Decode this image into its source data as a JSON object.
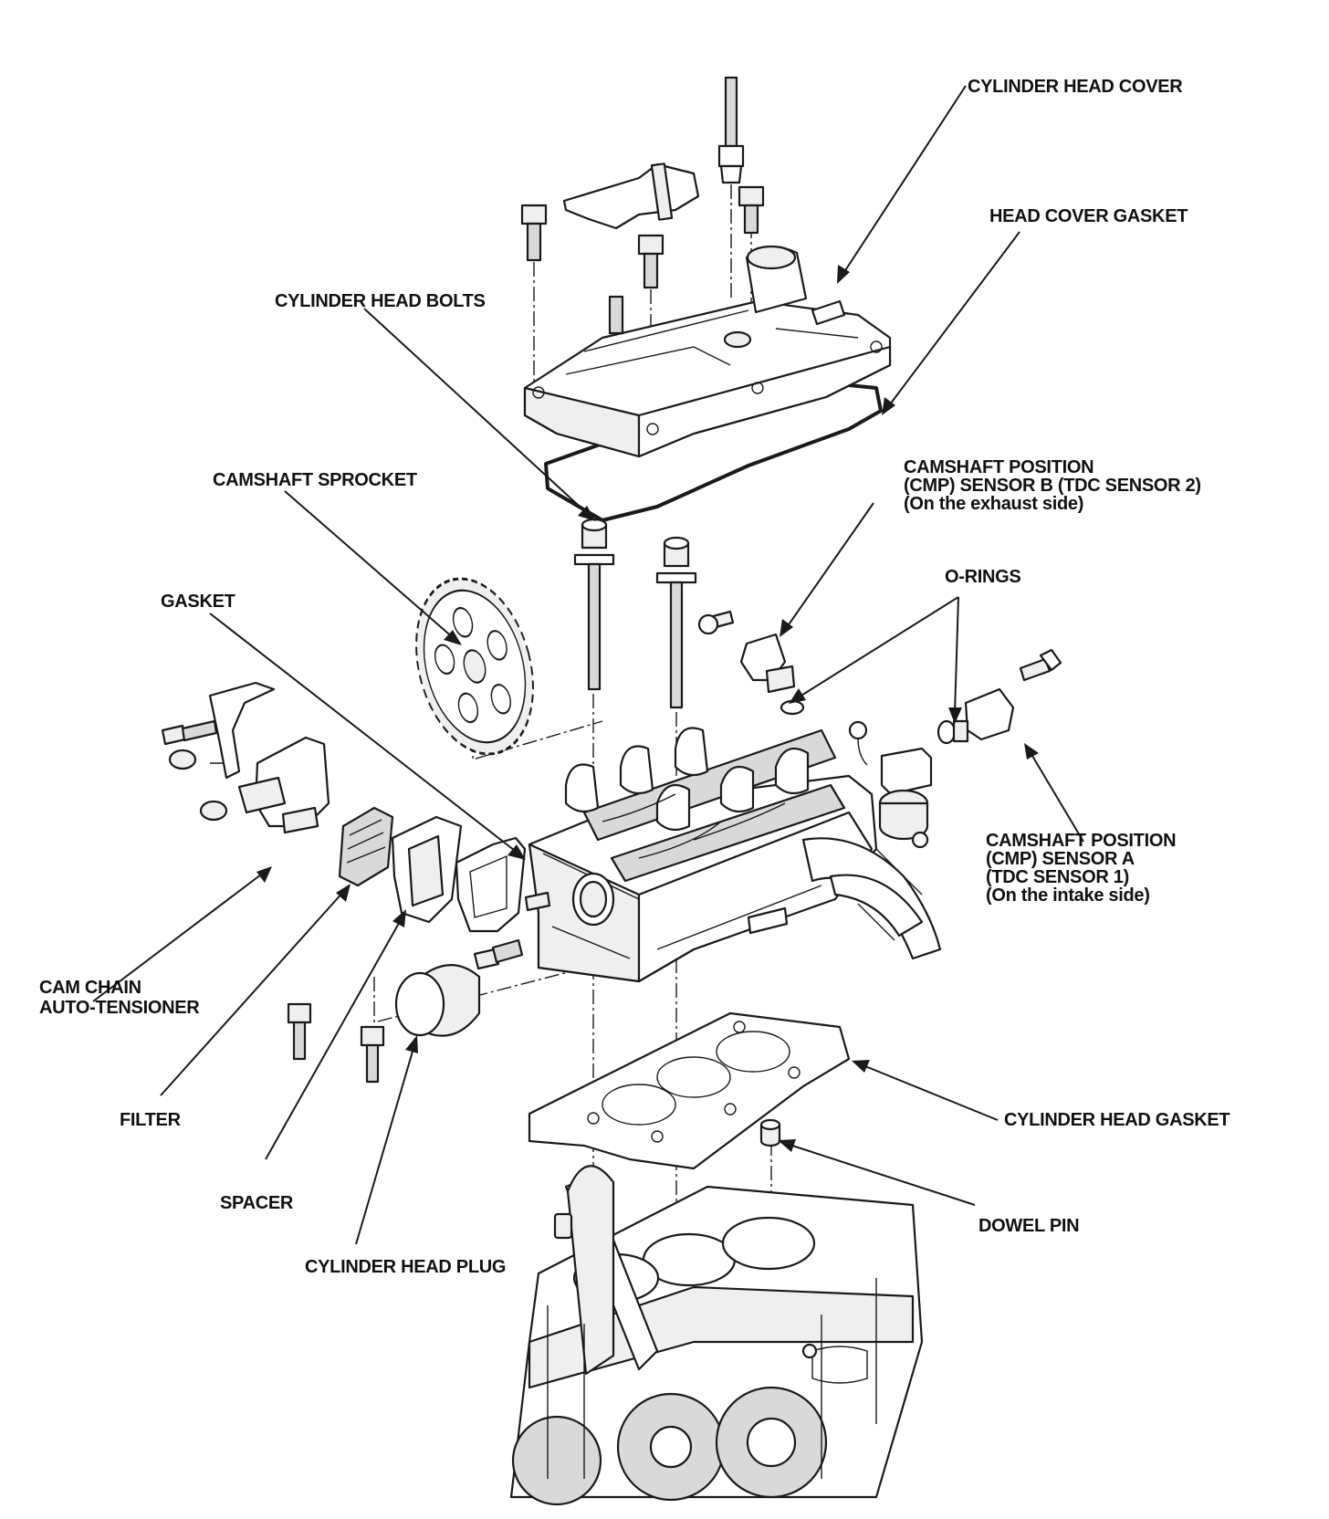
{
  "labels": {
    "cylinder_head_cover": "CYLINDER HEAD COVER",
    "head_cover_gasket": "HEAD COVER GASKET",
    "cylinder_head_bolts": "CYLINDER HEAD BOLTS",
    "camshaft_sprocket": "CAMSHAFT SPROCKET",
    "cmp_b_line1": "CAMSHAFT POSITION",
    "cmp_b_line2": "(CMP) SENSOR B (TDC SENSOR 2)",
    "cmp_b_line3": "(On the exhaust side)",
    "gasket": "GASKET",
    "o_rings": "O-RINGS",
    "cmp_a_line1": "CAMSHAFT POSITION",
    "cmp_a_line2": "(CMP) SENSOR A",
    "cmp_a_line3": "(TDC SENSOR 1)",
    "cmp_a_line4": "(On the intake side)",
    "cam_chain_line1": "CAM CHAIN",
    "cam_chain_line2": "AUTO-TENSIONER",
    "filter": "FILTER",
    "spacer": "SPACER",
    "cylinder_head_plug": "CYLINDER HEAD PLUG",
    "cylinder_head_gasket": "CYLINDER HEAD GASKET",
    "dowel_pin": "DOWEL PIN"
  }
}
